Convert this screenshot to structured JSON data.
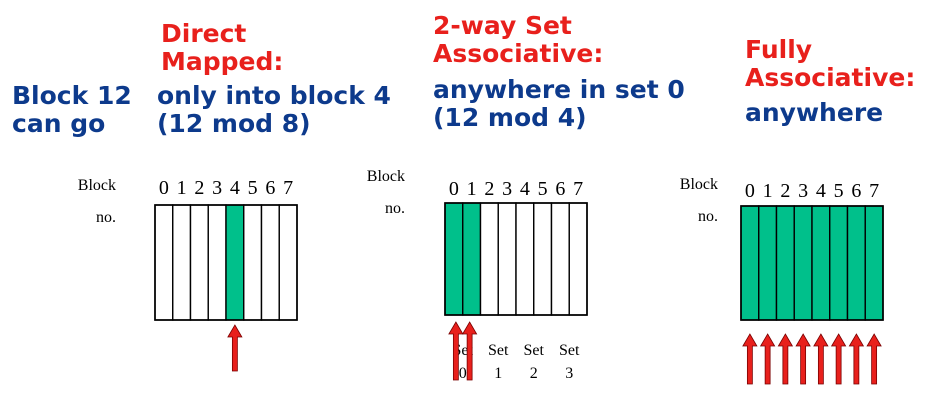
{
  "headings": {
    "block": [
      "Block 12",
      "can go"
    ],
    "direct_title": [
      "Direct",
      "Mapped:"
    ],
    "direct_desc": [
      "only into block 4",
      "(12 mod 8)"
    ],
    "set_title": [
      "2-way Set",
      "Associative:"
    ],
    "set_desc": [
      "anywhere in set 0",
      "(12 mod 4)"
    ],
    "full_title": [
      "Fully",
      "Associative:"
    ],
    "full_desc": [
      "anywhere"
    ]
  },
  "block_label": [
    "Block",
    "no."
  ],
  "block_numbers": [
    "0",
    "1",
    "2",
    "3",
    "4",
    "5",
    "6",
    "7"
  ],
  "set_labels": [
    [
      "Set",
      "0"
    ],
    [
      "Set",
      "1"
    ],
    [
      "Set",
      "2"
    ],
    [
      "Set",
      "3"
    ]
  ],
  "colors": {
    "title_red": "#e8201c",
    "text_blue": "#0d3a8c",
    "filled_block": "#00c08b",
    "arrow": "#e8201c"
  },
  "caches": [
    {
      "id": "direct",
      "filled": [
        4
      ],
      "arrows": [
        4
      ]
    },
    {
      "id": "set",
      "filled": [
        0,
        1
      ],
      "arrows": [
        0,
        1
      ]
    },
    {
      "id": "full",
      "filled": [
        0,
        1,
        2,
        3,
        4,
        5,
        6,
        7
      ],
      "arrows": [
        0,
        1,
        2,
        3,
        4,
        5,
        6,
        7
      ]
    }
  ]
}
